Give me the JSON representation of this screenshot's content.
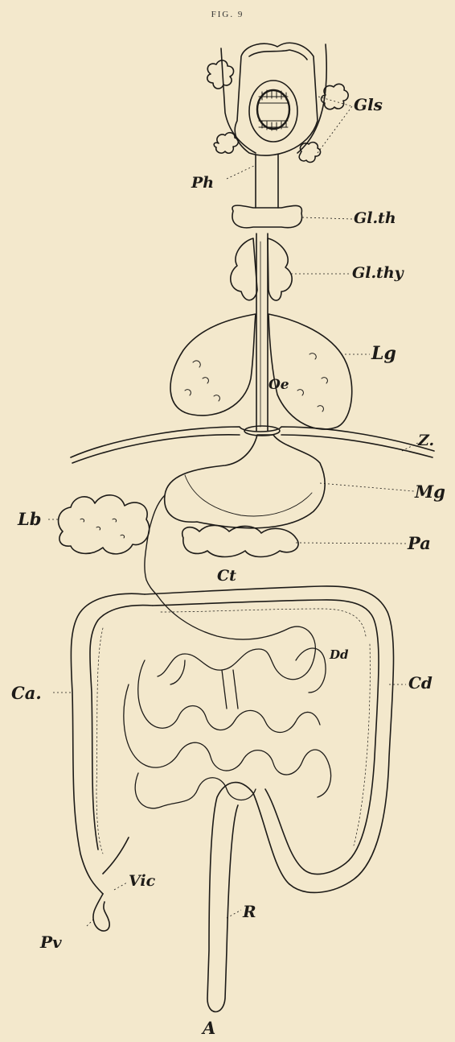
{
  "figure": {
    "title": "FIG. 9",
    "labels": {
      "Gls": "Gls",
      "Ph": "Ph",
      "Glth": "Gl.th",
      "Glthy": "Gl.thy",
      "Lg": "Lg",
      "Oe": "Oe",
      "Z": "Z.",
      "Mg": "Mg",
      "Lb": "Lb",
      "Pa": "Pa",
      "Ct": "Ct",
      "Dd": "Dd",
      "Cd": "Cd",
      "Ca": "Ca.",
      "Vic": "Vic",
      "R": "R",
      "Pv": "Pv",
      "A": "A"
    }
  },
  "colors": {
    "paper": "#f3e8cc",
    "ink": "#1d1b18"
  }
}
